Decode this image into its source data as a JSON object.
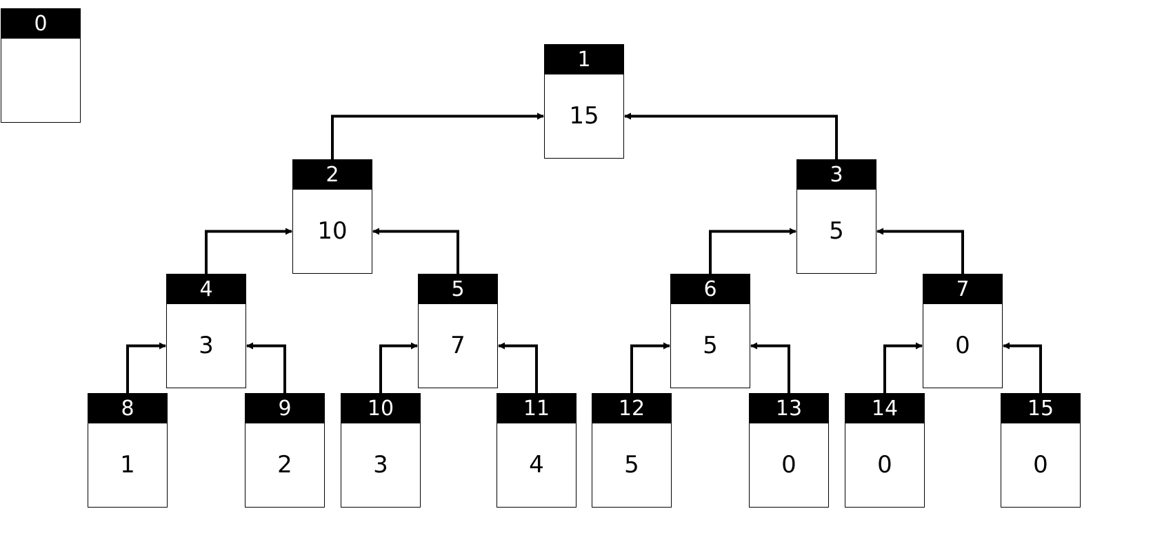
{
  "nodes": [
    {
      "index": "0",
      "value": ""
    },
    {
      "index": "1",
      "value": "15"
    },
    {
      "index": "2",
      "value": "10"
    },
    {
      "index": "3",
      "value": "5"
    },
    {
      "index": "4",
      "value": "3"
    },
    {
      "index": "5",
      "value": "7"
    },
    {
      "index": "6",
      "value": "5"
    },
    {
      "index": "7",
      "value": "0"
    },
    {
      "index": "8",
      "value": "1"
    },
    {
      "index": "9",
      "value": "2"
    },
    {
      "index": "10",
      "value": "3"
    },
    {
      "index": "11",
      "value": "4"
    },
    {
      "index": "12",
      "value": "5"
    },
    {
      "index": "13",
      "value": "0"
    },
    {
      "index": "14",
      "value": "0"
    },
    {
      "index": "15",
      "value": "0"
    }
  ],
  "edges": [
    {
      "from": "2",
      "to": "1"
    },
    {
      "from": "3",
      "to": "1"
    },
    {
      "from": "4",
      "to": "2"
    },
    {
      "from": "5",
      "to": "2"
    },
    {
      "from": "6",
      "to": "3"
    },
    {
      "from": "7",
      "to": "3"
    },
    {
      "from": "8",
      "to": "4"
    },
    {
      "from": "9",
      "to": "4"
    },
    {
      "from": "10",
      "to": "5"
    },
    {
      "from": "11",
      "to": "5"
    },
    {
      "from": "12",
      "to": "6"
    },
    {
      "from": "13",
      "to": "6"
    },
    {
      "from": "14",
      "to": "7"
    },
    {
      "from": "15",
      "to": "7"
    }
  ]
}
